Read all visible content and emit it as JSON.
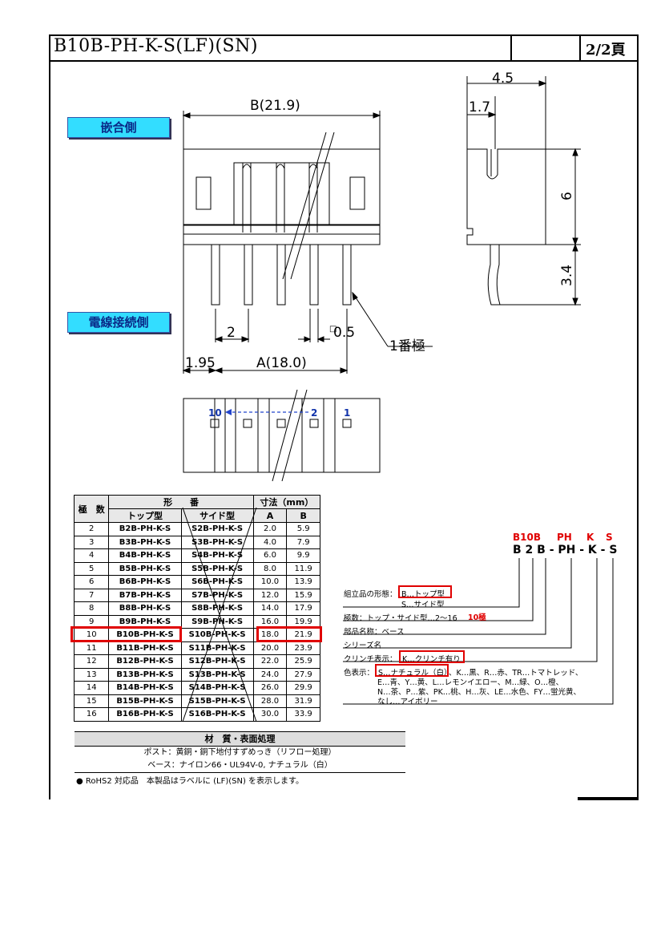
{
  "header": {
    "title": "B10B-PH-K-S(LF)(SN)",
    "page": "2/2頁"
  },
  "labels": {
    "mating_side": "嵌合側",
    "wire_side": "電線接続側",
    "pin_one": "1番極"
  },
  "dimensions": {
    "overall_b": "B(21.9)",
    "a": "A(18.0)",
    "pitch": "2",
    "offset": "1.95",
    "pin_width": "0.5",
    "depth": "4.5",
    "post": "1.7",
    "height": "6",
    "tail": "3.4"
  },
  "bottom_view": {
    "pin_left": "10",
    "pin_mid": "2",
    "pin_right": "1"
  },
  "table": {
    "header_poles": "極　数",
    "header_model": "形　　番",
    "header_top": "トップ型",
    "header_side": "サイド型",
    "header_dims": "寸法（mm）",
    "header_a": "A",
    "header_b": "B",
    "rows": [
      {
        "poles": "2",
        "top": "B2B-PH-K-S",
        "side": "S2B-PH-K-S",
        "a": "2.0",
        "b": "5.9"
      },
      {
        "poles": "3",
        "top": "B3B-PH-K-S",
        "side": "S3B-PH-K-S",
        "a": "4.0",
        "b": "7.9"
      },
      {
        "poles": "4",
        "top": "B4B-PH-K-S",
        "side": "S4B-PH-K-S",
        "a": "6.0",
        "b": "9.9"
      },
      {
        "poles": "5",
        "top": "B5B-PH-K-S",
        "side": "S5B-PH-K-S",
        "a": "8.0",
        "b": "11.9"
      },
      {
        "poles": "6",
        "top": "B6B-PH-K-S",
        "side": "S6B-PH-K-S",
        "a": "10.0",
        "b": "13.9"
      },
      {
        "poles": "7",
        "top": "B7B-PH-K-S",
        "side": "S7B-PH-K-S",
        "a": "12.0",
        "b": "15.9"
      },
      {
        "poles": "8",
        "top": "B8B-PH-K-S",
        "side": "S8B-PH-K-S",
        "a": "14.0",
        "b": "17.9"
      },
      {
        "poles": "9",
        "top": "B9B-PH-K-S",
        "side": "S9B-PH-K-S",
        "a": "16.0",
        "b": "19.9"
      },
      {
        "poles": "10",
        "top": "B10B-PH-K-S",
        "side": "S10B-PH-K-S",
        "a": "18.0",
        "b": "21.9"
      },
      {
        "poles": "11",
        "top": "B11B-PH-K-S",
        "side": "S11B-PH-K-S",
        "a": "20.0",
        "b": "23.9"
      },
      {
        "poles": "12",
        "top": "B12B-PH-K-S",
        "side": "S12B-PH-K-S",
        "a": "22.0",
        "b": "25.9"
      },
      {
        "poles": "13",
        "top": "B13B-PH-K-S",
        "side": "S13B-PH-K-S",
        "a": "24.0",
        "b": "27.9"
      },
      {
        "poles": "14",
        "top": "B14B-PH-K-S",
        "side": "S14B-PH-K-S",
        "a": "26.0",
        "b": "29.9"
      },
      {
        "poles": "15",
        "top": "B15B-PH-K-S",
        "side": "S15B-PH-K-S",
        "a": "28.0",
        "b": "31.9"
      },
      {
        "poles": "16",
        "top": "B16B-PH-K-S",
        "side": "S16B-PH-K-S",
        "a": "30.0",
        "b": "33.9"
      }
    ]
  },
  "material": {
    "heading": "材　質・表面処理",
    "post": "ポスト：黄銅・銅下地付すずめっき（リフロー処理）",
    "base": "ベース：ナイロン66・UL94V-0, ナチュラル（白）",
    "rohs": "● RoHS2 対応品　本製品はラベルに (LF)(SN) を表示します。"
  },
  "code": {
    "red_top": [
      "B10B",
      "PH",
      "K",
      "S"
    ],
    "black_code": "B 2 B - PH - K - S",
    "form_label": "組立品の形態：",
    "form_b": "B…トップ型",
    "form_s": "S…サイド型",
    "poles_label": "極数：トップ・サイド型…2〜16",
    "poles_red": "10極",
    "part": "部品名称：ベース",
    "series": "シリーズ名",
    "crimp_label": "クリンチ表示：",
    "crimp_value": "K…クリンチ有り",
    "color_label": "色表示：",
    "color_s": "S…ナチュラル（白）",
    "color_line1": "、K…黒、R…赤、TR…トマトレッド、",
    "color_line2": "E…青、Y…黄、L…レモンイエロー、M…緑、O…橙、",
    "color_line3": "N…茶、P…紫、PK…桃、H…灰、LE…水色、FY…蛍光黄、",
    "color_line4": "なし…アイボリー"
  }
}
